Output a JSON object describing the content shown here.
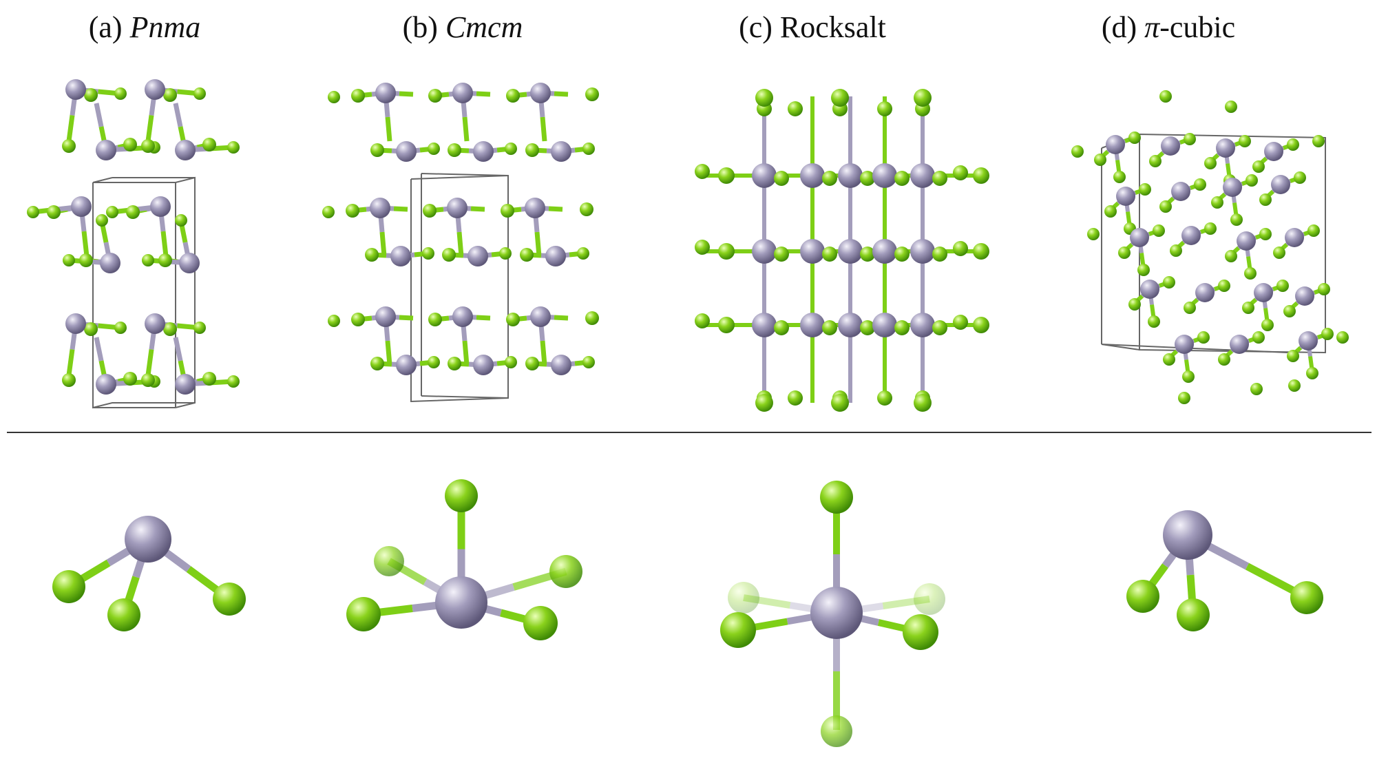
{
  "panels": [
    {
      "tag": "(a)",
      "name": "Pnma",
      "italic": true
    },
    {
      "tag": "(b)",
      "name": "Cmcm",
      "italic": true
    },
    {
      "tag": "(c)",
      "name": "Rocksalt",
      "italic": false
    },
    {
      "tag": "(d)",
      "name": "-cubic",
      "prefix_symbol": "π",
      "italic": false
    }
  ],
  "colors": {
    "cation": "#8d86a6",
    "anion": "#6dbb1a",
    "anion_bond": "#7ecf16",
    "cation_bond": "#a39dbb",
    "cell": "#666666",
    "divider": "#333333"
  },
  "atom_legend": {
    "cation": "purple-grey atom",
    "anion": "green atom"
  }
}
